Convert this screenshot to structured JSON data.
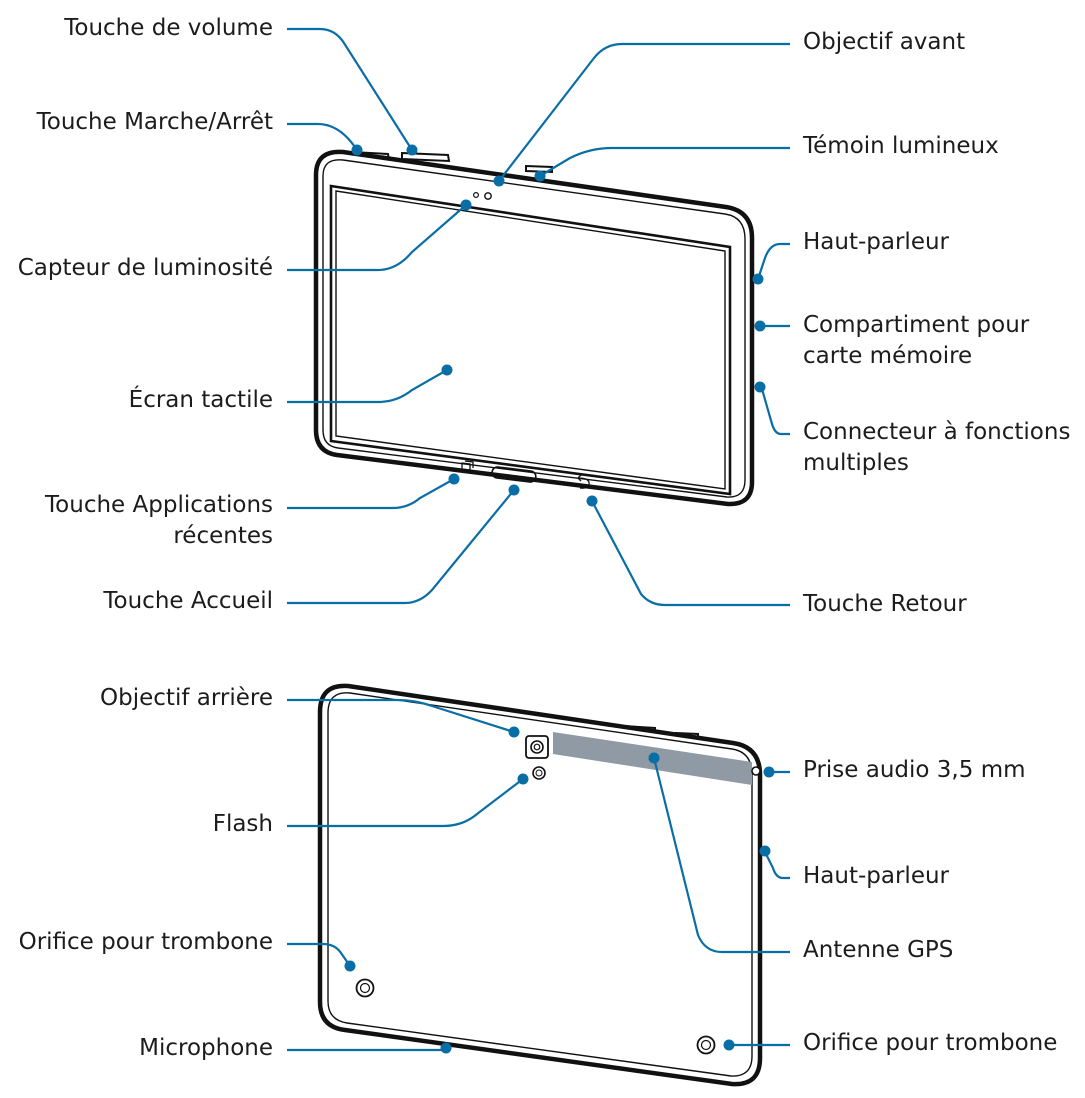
{
  "front_view": {
    "labels": {
      "volume_key": "Touche de volume",
      "power_key": "Touche Marche/Arrêt",
      "light_sensor": "Capteur de luminosité",
      "touch_screen": "Écran tactile",
      "recent_apps_key": [
        "Touche Applications",
        "récentes"
      ],
      "home_key": "Touche Accueil",
      "front_camera": "Objectif avant",
      "notification_light": "Témoin lumineux",
      "speaker": "Haut-parleur",
      "memory_card_slot": [
        "Compartiment pour",
        "carte mémoire"
      ],
      "multipurpose_jack": [
        "Connecteur à fonctions",
        "multiples"
      ],
      "back_key": "Touche Retour"
    }
  },
  "rear_view": {
    "labels": {
      "rear_camera": "Objectif arrière",
      "flash": "Flash",
      "ejection_pin_hole_left": "Orifice pour trombone",
      "microphone": "Microphone",
      "headset_jack": "Prise audio 3,5 mm",
      "speaker": "Haut-parleur",
      "gps_antenna": "Antenne GPS",
      "ejection_pin_hole_right": "Orifice pour trombone"
    }
  },
  "colors": {
    "callout": "#0a6ea6",
    "outline": "#111111",
    "antenna_band": "#8f9aa4"
  }
}
